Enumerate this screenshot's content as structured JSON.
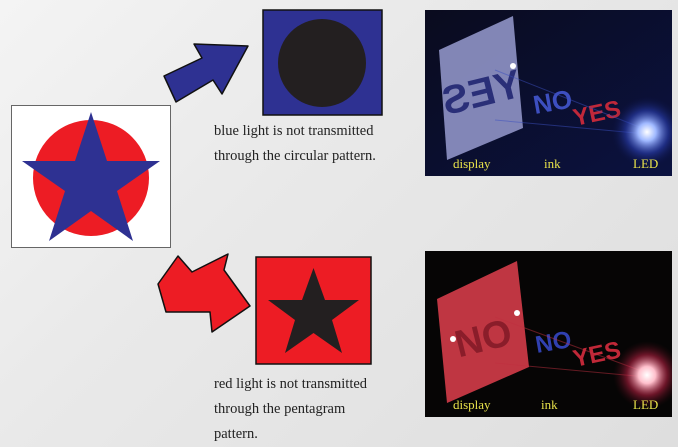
{
  "captions": {
    "blue": "blue light is not transmitted\nthrough the circular pattern.",
    "red": "red light is not transmitted\nthrough the pentagram\npattern."
  },
  "photos": {
    "top": {
      "labels": [
        "display",
        "ink",
        "LED"
      ],
      "plate_text": "YES",
      "ink_text": "NO",
      "ink2_text": "YES",
      "led_color": "#8fb0ff"
    },
    "bottom": {
      "labels": [
        "display",
        "ink",
        "LED"
      ],
      "plate_text": "NO",
      "ink_text": "NO",
      "ink2_text": "YES",
      "led_color": "#ffb8c8"
    }
  },
  "colors": {
    "blue": "#2e3192",
    "red": "#ed1c24",
    "dark": "#231f20",
    "label_yellow": "#e8e24a"
  }
}
